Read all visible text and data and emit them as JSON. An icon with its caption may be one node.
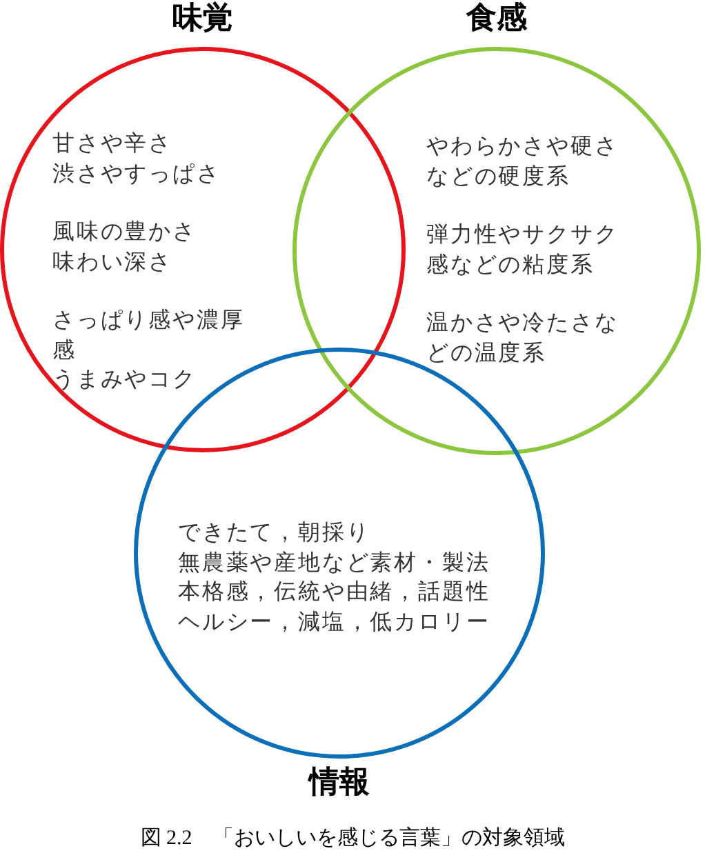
{
  "diagram": {
    "caption": "図 2.2　「おいしいを感じる言葉」の対象領域",
    "nodes": [
      {
        "text": [
          "味覚",
          "甘さや辛さ",
          "渋さやすっぱさ",
          "風味の豊かさ",
          "味わい深さ",
          "さっぱり感や濃厚感",
          "うまみやコク"
        ]
      },
      {
        "text": [
          "食感",
          "やわらかさや硬さなどの硬度系",
          "弾力性やサクサク感などの粘度系",
          "温かさや冷たさなどの温度系"
        ]
      },
      {
        "text": [
          "できたて，朝採り",
          "無農薬や産地など素材・製法",
          "本格感，伝統や由緒，話題性",
          "ヘルシー，減塩，低カロリー",
          "情報"
        ]
      }
    ],
    "edges": []
  }
}
